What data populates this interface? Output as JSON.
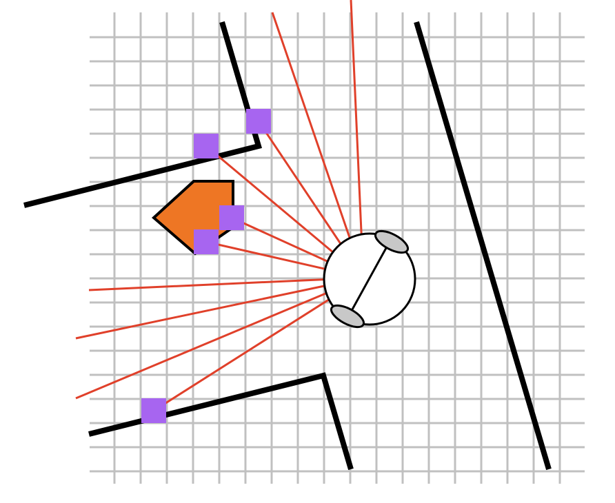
{
  "diagram": {
    "subject": "robot-lidar-occupancy-grid",
    "colors": {
      "background": "#ffffff",
      "grid": "#c0c0c0",
      "wall": "#000000",
      "ray": "#e0402a",
      "hit": "#a765f0",
      "obstacle": "#ee7624",
      "obstacle_outline": "#000000",
      "robot_outline": "#000000",
      "wheel": "#c8c8c8"
    },
    "icons": {
      "robot": "differential-drive-robot",
      "sensor": "lidar-beams"
    },
    "walls": [
      {
        "name": "upper-left-wall"
      },
      {
        "name": "right-wall"
      },
      {
        "name": "lower-left-wall"
      }
    ],
    "rays_count": 10,
    "hits_count": 5
  }
}
